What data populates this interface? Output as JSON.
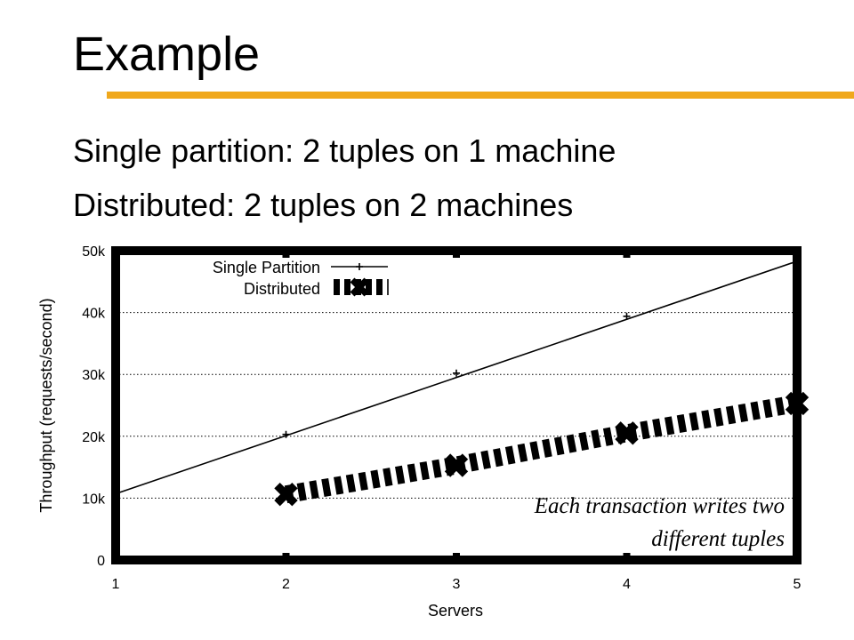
{
  "slide": {
    "title": "Example",
    "bullets": [
      "Single partition: 2 tuples on 1 machine",
      "Distributed: 2 tuples on 2 machines"
    ],
    "accent_color": "#f0a81c"
  },
  "chart_data": {
    "type": "line",
    "xlabel": "Servers",
    "ylabel": "Throughput (requests/second)",
    "xlim": [
      1,
      5
    ],
    "ylim": [
      0,
      50000
    ],
    "x_ticks": [
      1,
      2,
      3,
      4,
      5
    ],
    "x_tick_labels": [
      "1",
      "2",
      "3",
      "4",
      "5"
    ],
    "y_ticks": [
      0,
      10000,
      20000,
      30000,
      40000,
      50000
    ],
    "y_tick_labels": [
      "0",
      "10k",
      "20k",
      "30k",
      "40k",
      "50k"
    ],
    "grid": "horizontal dotted",
    "legend_position": "top-left",
    "series": [
      {
        "name": "Single Partition",
        "style": "thin",
        "marker": "plus",
        "x": [
          2,
          3,
          4,
          5
        ],
        "y": [
          20300,
          30200,
          39400,
          48300
        ],
        "fit_line": {
          "x": [
            1,
            5
          ],
          "y": [
            10700,
            48300
          ]
        }
      },
      {
        "name": "Distributed",
        "style": "thick-dashed",
        "marker": "x",
        "x": [
          2,
          3,
          4,
          5
        ],
        "y": [
          10600,
          15300,
          20500,
          25300
        ]
      }
    ],
    "annotations": [
      {
        "text": "Each transaction writes two"
      },
      {
        "text": "different tuples"
      }
    ]
  }
}
